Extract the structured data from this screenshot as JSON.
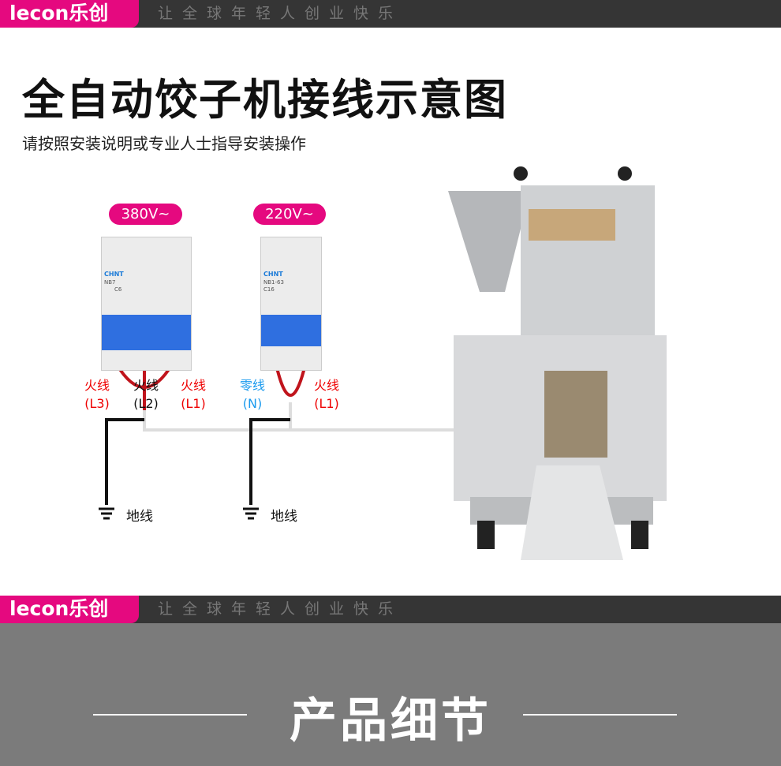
{
  "header": {
    "logo": "lecon乐创",
    "slogan": "让全球年轻人创业快乐"
  },
  "title": "全自动饺子机接线示意图",
  "subtitle": "请按照安装说明或专业人士指导安装操作",
  "breaker_380": {
    "voltage": "380V~",
    "brand": "CHNT",
    "model": "NB7",
    "rating": "C6",
    "labels": [
      {
        "name": "火线",
        "code": "(L3)"
      },
      {
        "name": "火线",
        "code": "(L2)"
      },
      {
        "name": "火线",
        "code": "(L1)"
      }
    ]
  },
  "breaker_220": {
    "voltage": "220V~",
    "brand": "CHNT",
    "model": "NB1-63",
    "rating": "C16",
    "labels": [
      {
        "name": "零线",
        "code": "(N)"
      },
      {
        "name": "火线",
        "code": "(L1)"
      }
    ]
  },
  "ground_label": "地线",
  "section_title": "产品细节",
  "colors": {
    "brand": "#e5097f",
    "bar": "#353535",
    "live": "#e00000",
    "neutral": "#1a9aee"
  }
}
